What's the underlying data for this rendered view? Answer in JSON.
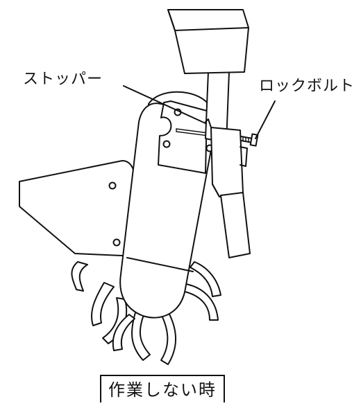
{
  "labels": {
    "stopper": "ストッパー",
    "lock_bolt": "ロックボルト"
  },
  "caption": "作業しない時",
  "colors": {
    "line": "#111111",
    "background": "#ffffff"
  }
}
